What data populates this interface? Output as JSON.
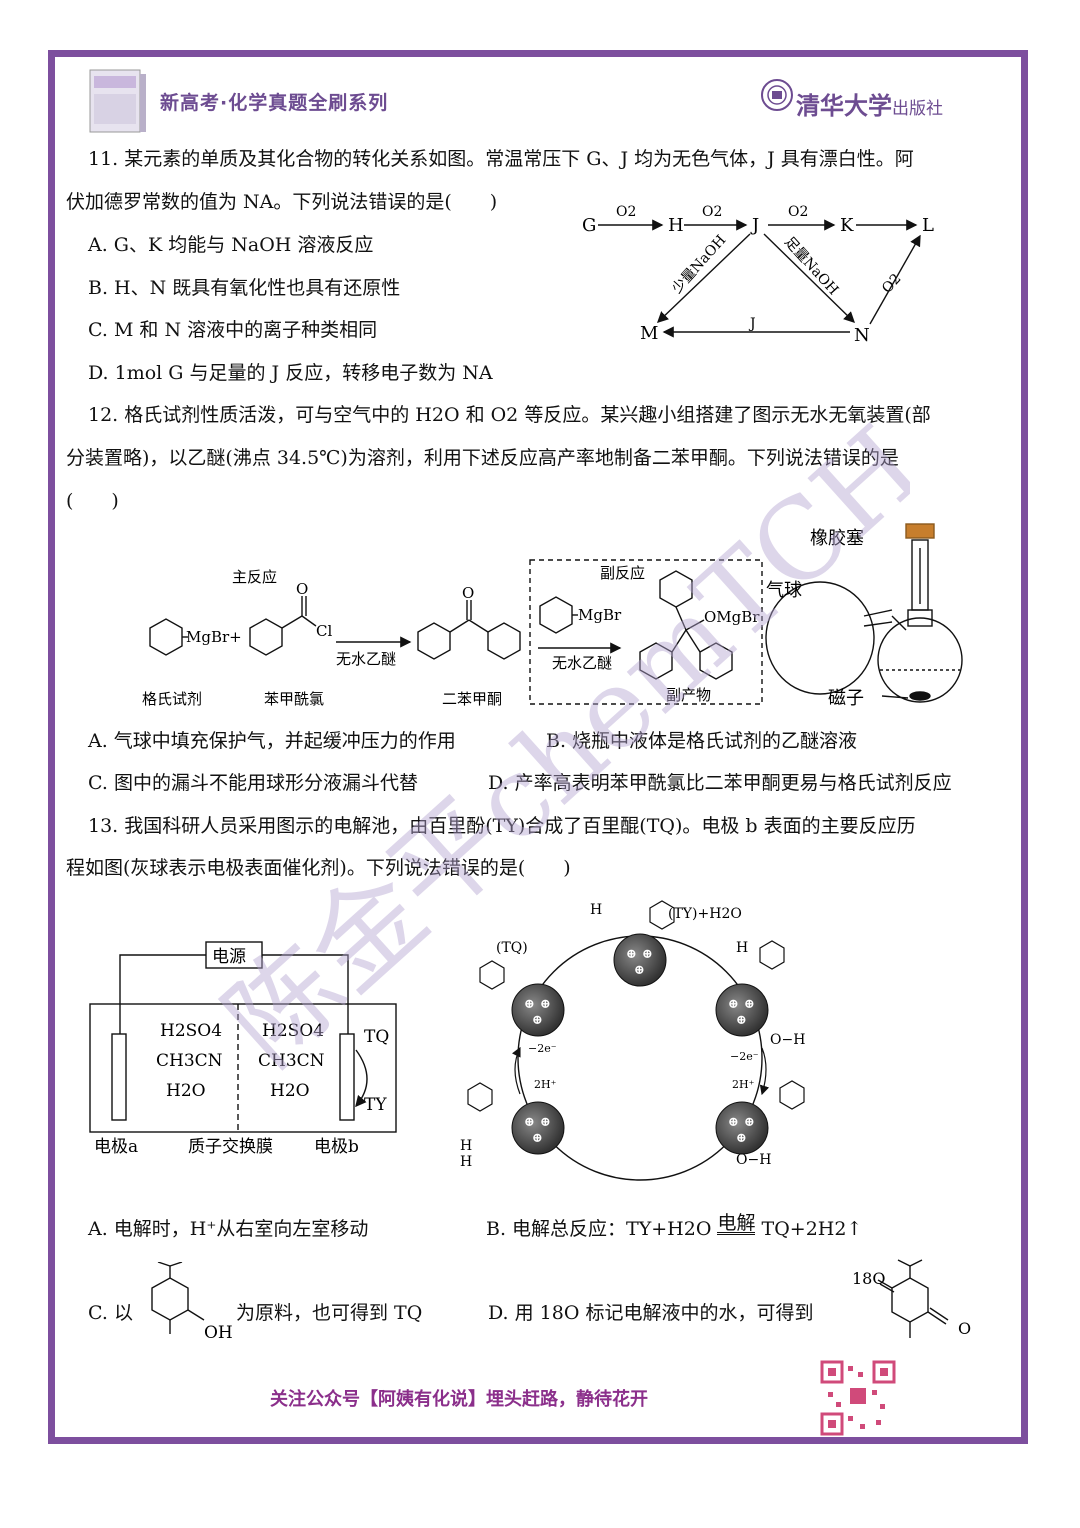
{
  "header": {
    "series_title": "新高考·化学真题全刷系列",
    "publisher_main": "清华大学",
    "publisher_suffix": "出版社"
  },
  "q11": {
    "line1": "11. 某元素的单质及其化合物的转化关系如图。常温常压下 G、J 均为无色气体，J 具有漂白性。阿",
    "line2": "伏加德罗常数的值为 NA。下列说法错误的是(　　)",
    "options": {
      "A": "A. G、K 均能与 NaOH 溶液反应",
      "B": "B. H、N 既具有氧化性也具有还原性",
      "C": "C. M 和 N 溶液中的离子种类相同",
      "D": "D. 1mol G 与足量的 J 反应，转移电子数为 NA"
    },
    "diagram": {
      "G": "G",
      "H": "H",
      "J": "J",
      "K": "K",
      "L": "L",
      "M": "M",
      "N": "N",
      "o2": "O2",
      "small_naoh": "少量NaOH",
      "excess_naoh": "足量NaOH",
      "j_label": "J"
    }
  },
  "q12": {
    "line1": "12. 格氏试剂性质活泼，可与空气中的 H2O 和 O2 等反应。某兴趣小组搭建了图示无水无氧装置(部",
    "line2": "分装置略)，以乙醚(沸点 34.5℃)为溶剂，利用下述反应高产率地制备二苯甲酮。下列说法错误的是",
    "line3": "(　　)",
    "diagram": {
      "main_reaction": "主反应",
      "side_reaction": "副反应",
      "mgbr_plus": "MgBr+",
      "cl": "Cl",
      "o": "O",
      "mgbr": "MgBr",
      "omgbr": "OMgBr",
      "solvent": "无水乙醚",
      "grignard": "格氏试剂",
      "benzoyl_chloride": "苯甲酰氯",
      "benzophenone": "二苯甲酮",
      "byproduct": "副产物",
      "stopper": "橡胶塞",
      "balloon": "气球",
      "stir_bar": "磁子"
    },
    "options": {
      "A": "A. 气球中填充保护气，并起缓冲压力的作用",
      "B": "B. 烧瓶中液体是格氏试剂的乙醚溶液",
      "C": "C. 图中的漏斗不能用球形分液漏斗代替",
      "D": "D. 产率高表明苯甲酰氯比二苯甲酮更易与格氏试剂反应"
    }
  },
  "q13": {
    "line1": "13. 我国科研人员采用图示的电解池，由百里酚(TY)合成了百里醌(TQ)。电极 b 表面的主要反应历",
    "line2": "程如图(灰球表示电极表面催化剂)。下列说法错误的是(　　)",
    "diagram": {
      "power": "电源",
      "electrode_a": "电极a",
      "membrane": "质子交换膜",
      "electrode_b": "电极b",
      "h2so4": "H2SO4",
      "ch3cn": "CH3CN",
      "h2o": "H2O",
      "tq": "TQ",
      "ty": "TY",
      "tq_paren": "(TQ)",
      "ty_h2o": "(TY)+H2O",
      "minus_2e": "−2e⁻",
      "two_h": "2H⁺",
      "h": "H",
      "oh": "O−H"
    },
    "options": {
      "A": "A. 电解时，H⁺从右室向左室移动",
      "B_prefix": "B. 电解总反应：TY+H2O",
      "B_cond": "电解",
      "B_suffix": "TQ+2H2↑",
      "C_prefix": "C. 以",
      "C_suffix": "为原料，也可得到 TQ",
      "C_oh": "OH",
      "D_prefix": "D. 用 18O 标记电解液中的水，可得到",
      "D_18o": "18O",
      "D_o": "O"
    }
  },
  "footer": {
    "text": "关注公众号【阿姨有化说】埋头赶路，静待花开"
  },
  "watermark": "陈金平chemTCH",
  "colors": {
    "frame": "#7d4f9e",
    "header": "#6d4c91",
    "footer": "#8b2f8b"
  }
}
